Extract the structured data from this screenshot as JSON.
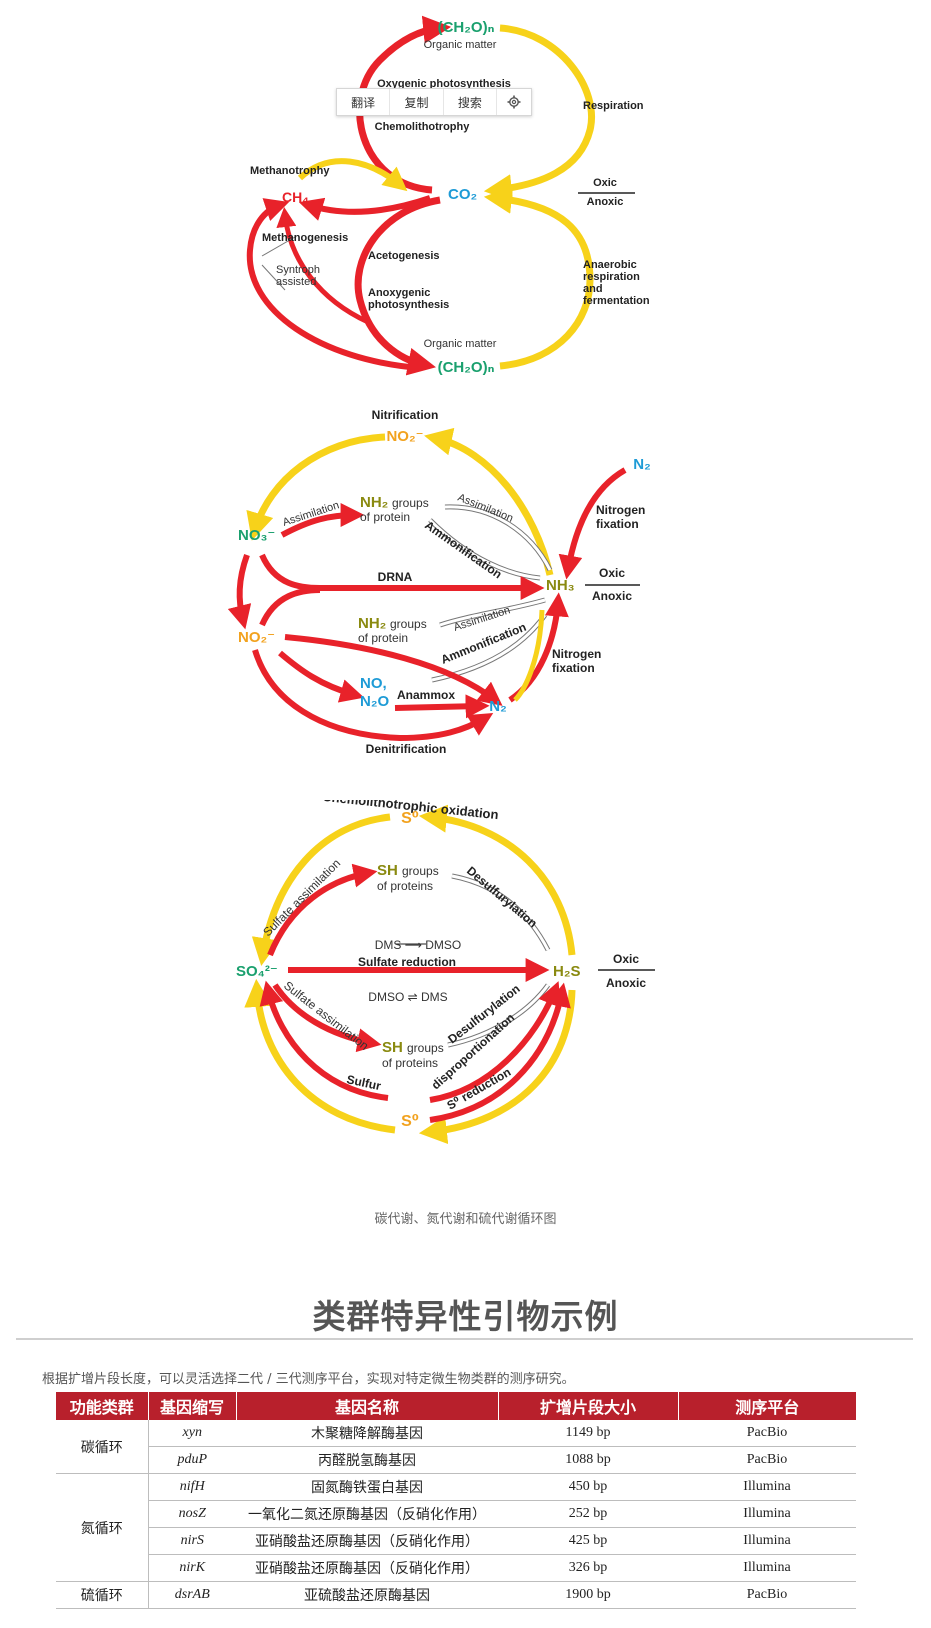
{
  "popup": {
    "translate": "翻译",
    "copy": "复制",
    "search": "搜索",
    "settings_icon": "gear-icon"
  },
  "carbon": {
    "top_ch2o": "(CH₂O)ₙ",
    "top_organic": "Organic matter",
    "oxygenic": "Oxygenic photosynthesis",
    "chemolitho": "Chemolithotrophy",
    "respiration": "Respiration",
    "methanotrophy": "Methanotrophy",
    "ch4": "CH₄",
    "co2": "CO₂",
    "oxic": "Oxic",
    "anoxic": "Anoxic",
    "methanogenesis": "Methanogenesis",
    "syntroph_1": "Syntroph",
    "syntroph_2": "assisted",
    "acetogenesis": "Acetogenesis",
    "anoxygenic_1": "Anoxygenic",
    "anoxygenic_2": "photosynthesis",
    "anaerobic_1": "Anaerobic",
    "anaerobic_2": "respiration",
    "anaerobic_3": "and",
    "anaerobic_4": "fermentation",
    "bottom_organic": "Organic matter",
    "bottom_ch2o": "(CH₂O)ₙ"
  },
  "nitrogen": {
    "nitrification": "Nitrification",
    "no2_top": "NO₂⁻",
    "n2_right": "N₂",
    "nitrogen_fixation_1": "Nitrogen",
    "nitrogen_fixation_2": "fixation",
    "no3": "NO₃⁻",
    "assimilation_left": "Assimilation",
    "nh2_1": "NH₂",
    "groups_1": "groups",
    "of_protein_1": "of protein",
    "assimilation_right": "Assimilation",
    "ammonification_1": "Ammonification",
    "drna": "DRNA",
    "nh3": "NH₃",
    "oxic": "Oxic",
    "anoxic": "Anoxic",
    "no2_mid": "NO₂⁻",
    "nh2_2": "NH₂",
    "groups_2": "groups",
    "of_protein_2": "of protein",
    "assimilation_lower": "Assimilation",
    "ammonification_2": "Ammonification",
    "nitrogen_fixation_3": "Nitrogen",
    "nitrogen_fixation_4": "fixation",
    "no": "NO,",
    "n2o": "N₂O",
    "anammox": "Anammox",
    "n2_bottom": "N₂",
    "denitrification": "Denitrification"
  },
  "sulfur": {
    "chemolitho_ox": "Chemolithotrophic oxidation",
    "s0_top": "S⁰",
    "sh_1": "SH",
    "groups_1": "groups",
    "of_proteins_1": "of proteins",
    "desulfurylation_1": "Desulfurylation",
    "sulfate_assim_1": "Sulfate assimilation",
    "dms_dmso": "DMS ⟶ DMSO",
    "so4": "SO₄²⁻",
    "sulfate_reduction": "Sulfate reduction",
    "h2s": "H₂S",
    "oxic": "Oxic",
    "anoxic": "Anoxic",
    "dmso_dms": "DMSO ⇌ DMS",
    "sulfate_assim_2": "Sulfate assimilation",
    "desulfurylation_2": "Desulfurylation",
    "sh_2": "SH",
    "groups_2": "groups",
    "of_proteins_2": "of proteins",
    "disproportionation": "disproportionation",
    "sulfur_label": "Sulfur",
    "s0_reduction": "S⁰ reduction",
    "s0_bottom": "S⁰"
  },
  "caption": "碳代谢、氮代谢和硫代谢循环图",
  "section": {
    "title": "类群特异性引物示例",
    "intro": "根据扩增片段长度，可以灵活选择二代 / 三代测序平台，实现对特定微生物类群的测序研究。"
  },
  "table": {
    "headers": [
      "功能类群",
      "基因缩写",
      "基因名称",
      "扩增片段大小",
      "测序平台"
    ],
    "groups": [
      "碳循环",
      "氮循环",
      "硫循环"
    ],
    "rows": [
      {
        "abbr": "xyn",
        "name": "木聚糖降解酶基因",
        "size": "1149 bp",
        "platform": "PacBio"
      },
      {
        "abbr": "pduP",
        "name": "丙醛脱氢酶基因",
        "size": "1088 bp",
        "platform": "PacBio"
      },
      {
        "abbr": "nifH",
        "name": "固氮酶铁蛋白基因",
        "size": "450 bp",
        "platform": "Illumina"
      },
      {
        "abbr": "nosZ",
        "name": "一氧化二氮还原酶基因（反硝化作用）",
        "size": "252 bp",
        "platform": "Illumina"
      },
      {
        "abbr": "nirS",
        "name": "亚硝酸盐还原酶基因（反硝化作用）",
        "size": "425 bp",
        "platform": "Illumina"
      },
      {
        "abbr": "nirK",
        "name": "亚硝酸盐还原酶基因（反硝化作用）",
        "size": "326 bp",
        "platform": "Illumina"
      },
      {
        "abbr": "dsrAB",
        "name": "亚硫酸盐还原酶基因",
        "size": "1900 bp",
        "platform": "PacBio"
      }
    ]
  },
  "colors": {
    "red": "#e8222a",
    "yellow": "#f7d21a",
    "green": "#1aa06e",
    "blue": "#1e9bd6",
    "olive": "#8a8a10",
    "orange": "#f2a21e",
    "header_red": "#b8202c"
  }
}
